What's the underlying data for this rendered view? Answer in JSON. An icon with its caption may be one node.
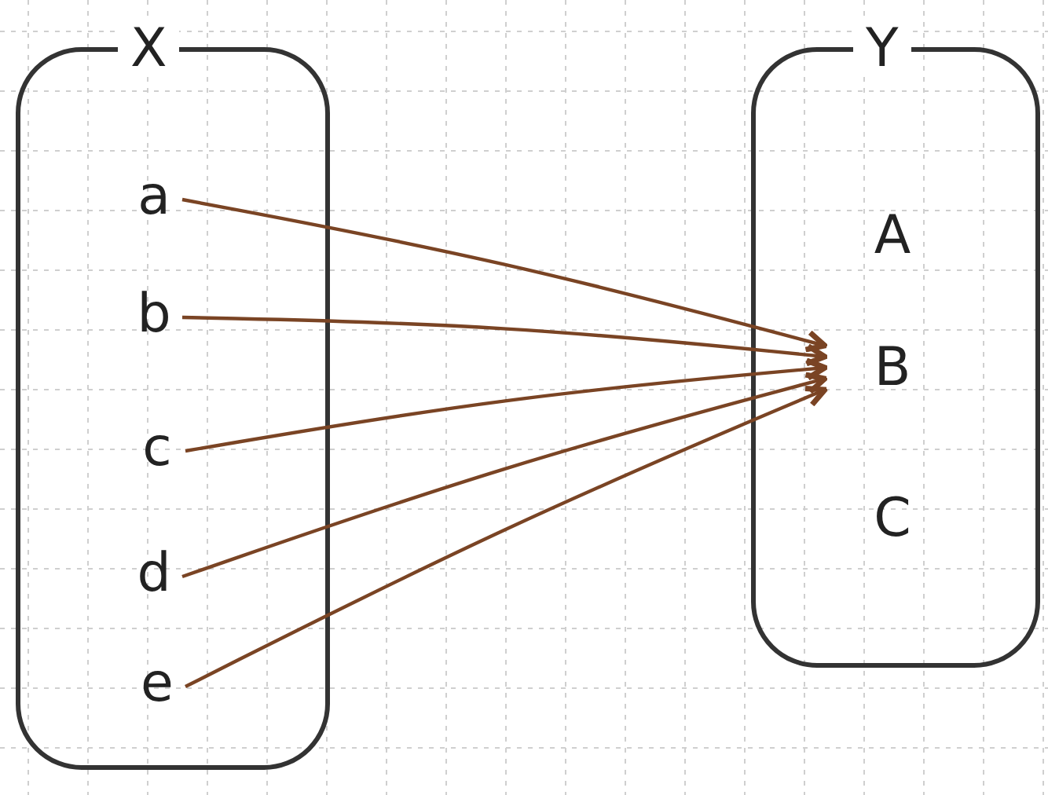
{
  "diagram": {
    "nodes": [
      {
        "text": [
          "X"
        ]
      },
      {
        "text": [
          "a"
        ],
        "in": 0
      },
      {
        "text": [
          "b"
        ],
        "in": 0
      },
      {
        "text": [
          "c"
        ],
        "in": 0
      },
      {
        "text": [
          "d"
        ],
        "in": 0
      },
      {
        "text": [
          "e"
        ],
        "in": 0
      },
      {
        "text": [
          "Y"
        ]
      },
      {
        "text": [
          "A"
        ],
        "in": 6
      },
      {
        "text": [
          "B"
        ],
        "in": 6
      },
      {
        "text": [
          "C"
        ],
        "in": 6
      }
    ],
    "edges": [
      {
        "from": 1,
        "to": 8,
        "arrow": "to"
      },
      {
        "from": 2,
        "to": 8,
        "arrow": "to"
      },
      {
        "from": 3,
        "to": 8,
        "arrow": "to"
      },
      {
        "from": 4,
        "to": 8,
        "arrow": "to"
      },
      {
        "from": 5,
        "to": 8,
        "arrow": "to"
      }
    ]
  }
}
